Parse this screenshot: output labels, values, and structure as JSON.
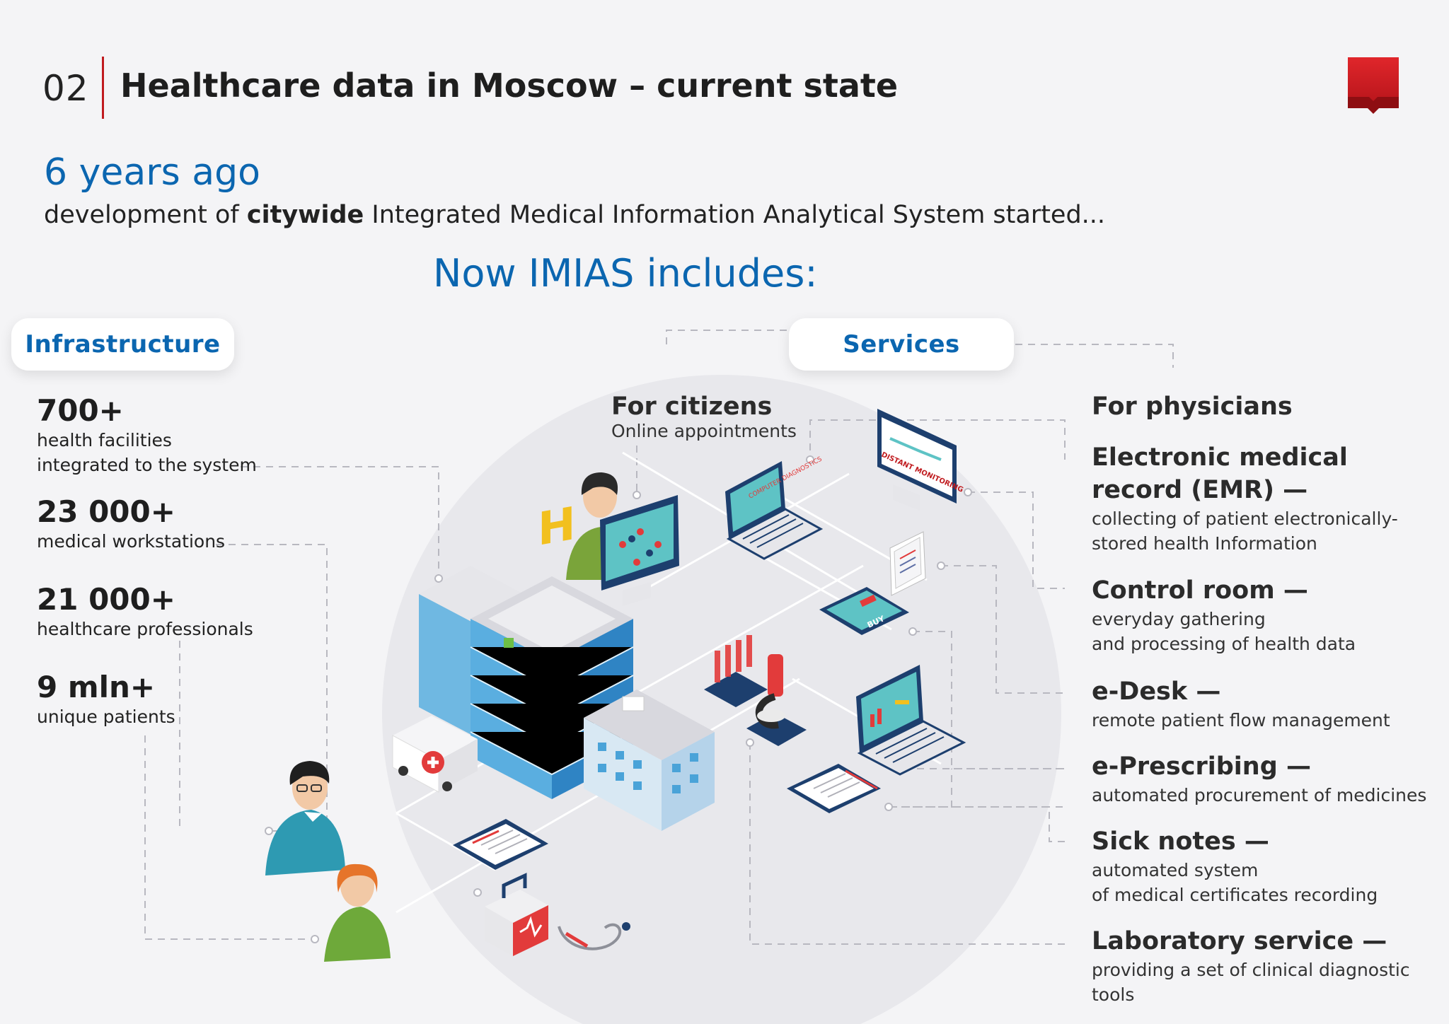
{
  "header": {
    "section_number": "02",
    "title": "Healthcare data in Moscow – current state"
  },
  "intro": {
    "heading": "6 years ago",
    "lead_prefix": "development of ",
    "lead_bold": "citywide",
    "lead_suffix": " Integrated Medical Information Analytical System started..."
  },
  "headline": "Now IMIAS includes:",
  "infrastructure": {
    "label": "Infrastructure",
    "stats": [
      {
        "value": "700+",
        "text": "health facilities\nintegrated to the system"
      },
      {
        "value": "23 000+",
        "text": "medical workstations"
      },
      {
        "value": "21 000+",
        "text": "healthcare professionals"
      },
      {
        "value": "9 mln+",
        "text": "unique patients"
      }
    ]
  },
  "services": {
    "label": "Services",
    "citizens": {
      "title": "For citizens",
      "desc": "Online appointments"
    },
    "physicians": {
      "title": "For physicians",
      "items": [
        {
          "title": "Electronic medical\nrecord (EMR) —",
          "desc": "collecting of patient electronically-\nstored health Information"
        },
        {
          "title": "Control room —",
          "desc": "everyday gathering\nand processing of health data"
        },
        {
          "title": "e-Desk —",
          "desc": "remote patient flow management"
        },
        {
          "title": "e-Prescribing —",
          "desc": "automated procurement of medicines"
        },
        {
          "title": "Sick notes —",
          "desc": "automated system\nof medical certificates recording"
        },
        {
          "title": "Laboratory service —",
          "desc": "providing a set of clinical diagnostic tools"
        }
      ]
    }
  },
  "illustration": {
    "monitor_label": "DISTANT MONITORING",
    "laptop_label": "COMPUTER DIAGNOSTICS",
    "tablet_label": "BUY",
    "colors": {
      "accent_blue": "#0b66b0",
      "brand_red": "#c01b1f",
      "building_blue": "#4aa3d8",
      "helipad_yellow": "#f2c01e"
    }
  }
}
